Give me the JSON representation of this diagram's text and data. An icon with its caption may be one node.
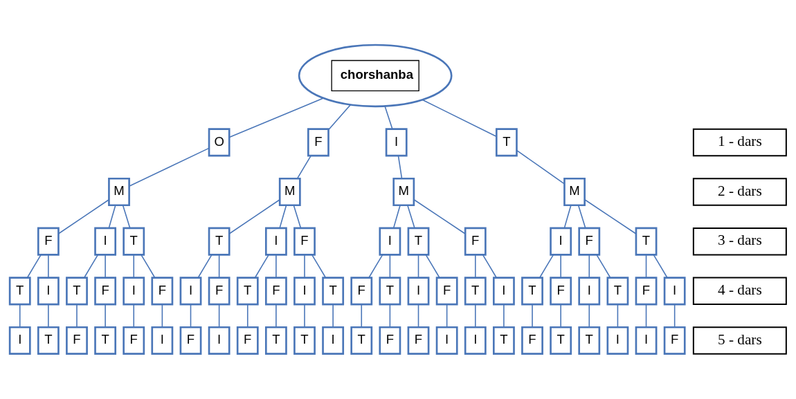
{
  "diagram": {
    "nodes": [
      {
        "text": [
          "chorshanba"
        ]
      },
      {
        "text": [
          "O"
        ]
      },
      {
        "text": [
          "F"
        ]
      },
      {
        "text": [
          "I"
        ]
      },
      {
        "text": [
          "T"
        ]
      },
      {
        "text": [
          "M"
        ]
      },
      {
        "text": [
          "M"
        ]
      },
      {
        "text": [
          "M"
        ]
      },
      {
        "text": [
          "M"
        ]
      },
      {
        "text": [
          "F"
        ]
      },
      {
        "text": [
          "I"
        ]
      },
      {
        "text": [
          "T"
        ]
      },
      {
        "text": [
          "T"
        ]
      },
      {
        "text": [
          "I"
        ]
      },
      {
        "text": [
          "F"
        ]
      },
      {
        "text": [
          "I"
        ]
      },
      {
        "text": [
          "T"
        ]
      },
      {
        "text": [
          "F"
        ]
      },
      {
        "text": [
          "I"
        ]
      },
      {
        "text": [
          "F"
        ]
      },
      {
        "text": [
          "T"
        ]
      },
      {
        "text": [
          "T"
        ]
      },
      {
        "text": [
          "I"
        ]
      },
      {
        "text": [
          "T"
        ]
      },
      {
        "text": [
          "F"
        ]
      },
      {
        "text": [
          "I"
        ]
      },
      {
        "text": [
          "F"
        ]
      },
      {
        "text": [
          "I"
        ]
      },
      {
        "text": [
          "F"
        ]
      },
      {
        "text": [
          "T"
        ]
      },
      {
        "text": [
          "F"
        ]
      },
      {
        "text": [
          "I"
        ]
      },
      {
        "text": [
          "T"
        ]
      },
      {
        "text": [
          "F"
        ]
      },
      {
        "text": [
          "T"
        ]
      },
      {
        "text": [
          "I"
        ]
      },
      {
        "text": [
          "F"
        ]
      },
      {
        "text": [
          "T"
        ]
      },
      {
        "text": [
          "I"
        ]
      },
      {
        "text": [
          "T"
        ]
      },
      {
        "text": [
          "F"
        ]
      },
      {
        "text": [
          "I"
        ]
      },
      {
        "text": [
          "T"
        ]
      },
      {
        "text": [
          "F"
        ]
      },
      {
        "text": [
          "I"
        ]
      },
      {
        "text": [
          "I"
        ]
      },
      {
        "text": [
          "T"
        ]
      },
      {
        "text": [
          "F"
        ]
      },
      {
        "text": [
          "T"
        ]
      },
      {
        "text": [
          "F"
        ]
      },
      {
        "text": [
          "I"
        ]
      },
      {
        "text": [
          "F"
        ]
      },
      {
        "text": [
          "I"
        ]
      },
      {
        "text": [
          "F"
        ]
      },
      {
        "text": [
          "T"
        ]
      },
      {
        "text": [
          "T"
        ]
      },
      {
        "text": [
          "I"
        ]
      },
      {
        "text": [
          "T"
        ]
      },
      {
        "text": [
          "F"
        ]
      },
      {
        "text": [
          "F"
        ]
      },
      {
        "text": [
          "I"
        ]
      },
      {
        "text": [
          "I"
        ]
      },
      {
        "text": [
          "T"
        ]
      },
      {
        "text": [
          "F"
        ]
      },
      {
        "text": [
          "T"
        ]
      },
      {
        "text": [
          "T"
        ]
      },
      {
        "text": [
          "I"
        ]
      },
      {
        "text": [
          "I"
        ]
      },
      {
        "text": [
          "F"
        ]
      },
      {
        "text": [
          "1 - dars"
        ]
      },
      {
        "text": [
          "2 - dars"
        ]
      },
      {
        "text": [
          "3 - dars"
        ]
      },
      {
        "text": [
          "4 - dars"
        ]
      },
      {
        "text": [
          "5 - dars"
        ]
      }
    ],
    "edges": [
      {
        "from": 0,
        "to": 1,
        "arrow": "none"
      },
      {
        "from": 0,
        "to": 2,
        "arrow": "none"
      },
      {
        "from": 0,
        "to": 3,
        "arrow": "none"
      },
      {
        "from": 0,
        "to": 4,
        "arrow": "none"
      },
      {
        "from": 1,
        "to": 5,
        "arrow": "none"
      },
      {
        "from": 2,
        "to": 6,
        "arrow": "none"
      },
      {
        "from": 3,
        "to": 7,
        "arrow": "none"
      },
      {
        "from": 4,
        "to": 8,
        "arrow": "none"
      },
      {
        "from": 5,
        "to": 9,
        "arrow": "none"
      },
      {
        "from": 5,
        "to": 10,
        "arrow": "none"
      },
      {
        "from": 5,
        "to": 11,
        "arrow": "none"
      },
      {
        "from": 6,
        "to": 12,
        "arrow": "none"
      },
      {
        "from": 6,
        "to": 13,
        "arrow": "none"
      },
      {
        "from": 6,
        "to": 14,
        "arrow": "none"
      },
      {
        "from": 7,
        "to": 15,
        "arrow": "none"
      },
      {
        "from": 7,
        "to": 16,
        "arrow": "none"
      },
      {
        "from": 7,
        "to": 17,
        "arrow": "none"
      },
      {
        "from": 8,
        "to": 18,
        "arrow": "none"
      },
      {
        "from": 8,
        "to": 19,
        "arrow": "none"
      },
      {
        "from": 8,
        "to": 20,
        "arrow": "none"
      },
      {
        "from": 9,
        "to": 21,
        "arrow": "none"
      },
      {
        "from": 9,
        "to": 22,
        "arrow": "none"
      },
      {
        "from": 10,
        "to": 23,
        "arrow": "none"
      },
      {
        "from": 10,
        "to": 24,
        "arrow": "none"
      },
      {
        "from": 11,
        "to": 25,
        "arrow": "none"
      },
      {
        "from": 11,
        "to": 26,
        "arrow": "none"
      },
      {
        "from": 12,
        "to": 27,
        "arrow": "none"
      },
      {
        "from": 12,
        "to": 28,
        "arrow": "none"
      },
      {
        "from": 13,
        "to": 29,
        "arrow": "none"
      },
      {
        "from": 13,
        "to": 30,
        "arrow": "none"
      },
      {
        "from": 14,
        "to": 31,
        "arrow": "none"
      },
      {
        "from": 14,
        "to": 32,
        "arrow": "none"
      },
      {
        "from": 15,
        "to": 33,
        "arrow": "none"
      },
      {
        "from": 15,
        "to": 34,
        "arrow": "none"
      },
      {
        "from": 16,
        "to": 35,
        "arrow": "none"
      },
      {
        "from": 16,
        "to": 36,
        "arrow": "none"
      },
      {
        "from": 17,
        "to": 37,
        "arrow": "none"
      },
      {
        "from": 17,
        "to": 38,
        "arrow": "none"
      },
      {
        "from": 18,
        "to": 39,
        "arrow": "none"
      },
      {
        "from": 18,
        "to": 40,
        "arrow": "none"
      },
      {
        "from": 19,
        "to": 41,
        "arrow": "none"
      },
      {
        "from": 19,
        "to": 42,
        "arrow": "none"
      },
      {
        "from": 20,
        "to": 43,
        "arrow": "none"
      },
      {
        "from": 20,
        "to": 44,
        "arrow": "none"
      },
      {
        "from": 21,
        "to": 45,
        "arrow": "none"
      },
      {
        "from": 22,
        "to": 46,
        "arrow": "none"
      },
      {
        "from": 23,
        "to": 47,
        "arrow": "none"
      },
      {
        "from": 24,
        "to": 48,
        "arrow": "none"
      },
      {
        "from": 25,
        "to": 49,
        "arrow": "none"
      },
      {
        "from": 26,
        "to": 50,
        "arrow": "none"
      },
      {
        "from": 27,
        "to": 51,
        "arrow": "none"
      },
      {
        "from": 28,
        "to": 52,
        "arrow": "none"
      },
      {
        "from": 29,
        "to": 53,
        "arrow": "none"
      },
      {
        "from": 30,
        "to": 54,
        "arrow": "none"
      },
      {
        "from": 31,
        "to": 55,
        "arrow": "none"
      },
      {
        "from": 32,
        "to": 56,
        "arrow": "none"
      },
      {
        "from": 33,
        "to": 57,
        "arrow": "none"
      },
      {
        "from": 34,
        "to": 58,
        "arrow": "none"
      },
      {
        "from": 35,
        "to": 59,
        "arrow": "none"
      },
      {
        "from": 36,
        "to": 60,
        "arrow": "none"
      },
      {
        "from": 37,
        "to": 61,
        "arrow": "none"
      },
      {
        "from": 38,
        "to": 62,
        "arrow": "none"
      },
      {
        "from": 39,
        "to": 63,
        "arrow": "none"
      },
      {
        "from": 40,
        "to": 64,
        "arrow": "none"
      },
      {
        "from": 41,
        "to": 65,
        "arrow": "none"
      },
      {
        "from": 42,
        "to": 66,
        "arrow": "none"
      },
      {
        "from": 43,
        "to": 67,
        "arrow": "none"
      },
      {
        "from": 44,
        "to": 68,
        "arrow": "none"
      }
    ]
  }
}
